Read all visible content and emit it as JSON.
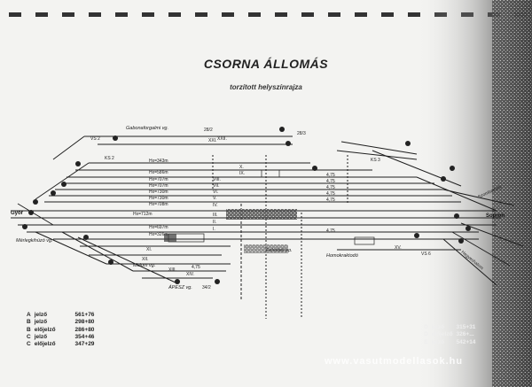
{
  "title": "CSORNA ÁLLOMÁS",
  "subtitle": "torzított helyszínrajza",
  "watermark": "www.vasutmodellasok.hu",
  "places": {
    "gabona": "Gabonaforgalmi vg.",
    "merleg": "Mérlegkihúzó vg.",
    "malom": "Malom vg.",
    "apesz": "ÁPESZ vg.",
    "felveteli": "Felvételi ép.",
    "homok": "Homokraktodó",
    "sopron": "Sopron",
    "gyor": "Győr",
    "kapuvar": "Szombathely",
    "rajka": "Hegyeshalom"
  },
  "tracks": {
    "xxi": "XXI.",
    "xxii": "XXII.",
    "x": "X.",
    "ix": "IX.",
    "viii": "VIII.",
    "vii": "VII.",
    "vi": "VI.",
    "v": "V.",
    "iv": "IV.",
    "iii": "III.",
    "ii": "II.",
    "i": "I.",
    "xi": "XI.",
    "xii": "XII.",
    "xiii": "XIII.",
    "xiv": "XIV.",
    "xv": "XV."
  },
  "lengths": {
    "hx": "Hx=343m",
    "h9": "Hx=586m",
    "h8": "Hx=707m",
    "h7": "Hx=707m",
    "h6": "Hx=730m",
    "h5": "Hx=730m",
    "h4": "Hx=708m",
    "h3": "Hx=712m",
    "h2": "Hx=697m",
    "h1": "Hx=326m"
  },
  "platform_heights": [
    "4,75",
    "4,75",
    "4,75",
    "4,75",
    "4,75",
    "4,75",
    "4,75"
  ],
  "posts": {
    "gabona_left": "28/2",
    "gabona_right": "28/3",
    "apesz": "34/2",
    "vs2": "VS 2",
    "ks2": "KS 2",
    "ks3": "KS 3",
    "vs6": "VS 6"
  },
  "signals_left": [
    {
      "letter": "A",
      "kind": "jelző",
      "pos": "561+76"
    },
    {
      "letter": "B",
      "kind": "jelző",
      "pos": "298+80"
    },
    {
      "letter": "B",
      "kind": "előjelző",
      "pos": "286+80"
    },
    {
      "letter": "C",
      "kind": "jelző",
      "pos": "354+46"
    },
    {
      "letter": "C",
      "kind": "előjelző",
      "pos": "347+29"
    }
  ],
  "signals_right": [
    {
      "letter": "D",
      "kind": "jelző",
      "pos": "315+31"
    },
    {
      "letter": "D",
      "kind": "előjelző",
      "pos": "326+..."
    },
    {
      "letter": "E",
      "kind": "jelző",
      "pos": "542+14"
    }
  ],
  "colors": {
    "ink": "#1f1f1f",
    "paper": "#f3f3f1",
    "dark": "#2a2a2a"
  }
}
